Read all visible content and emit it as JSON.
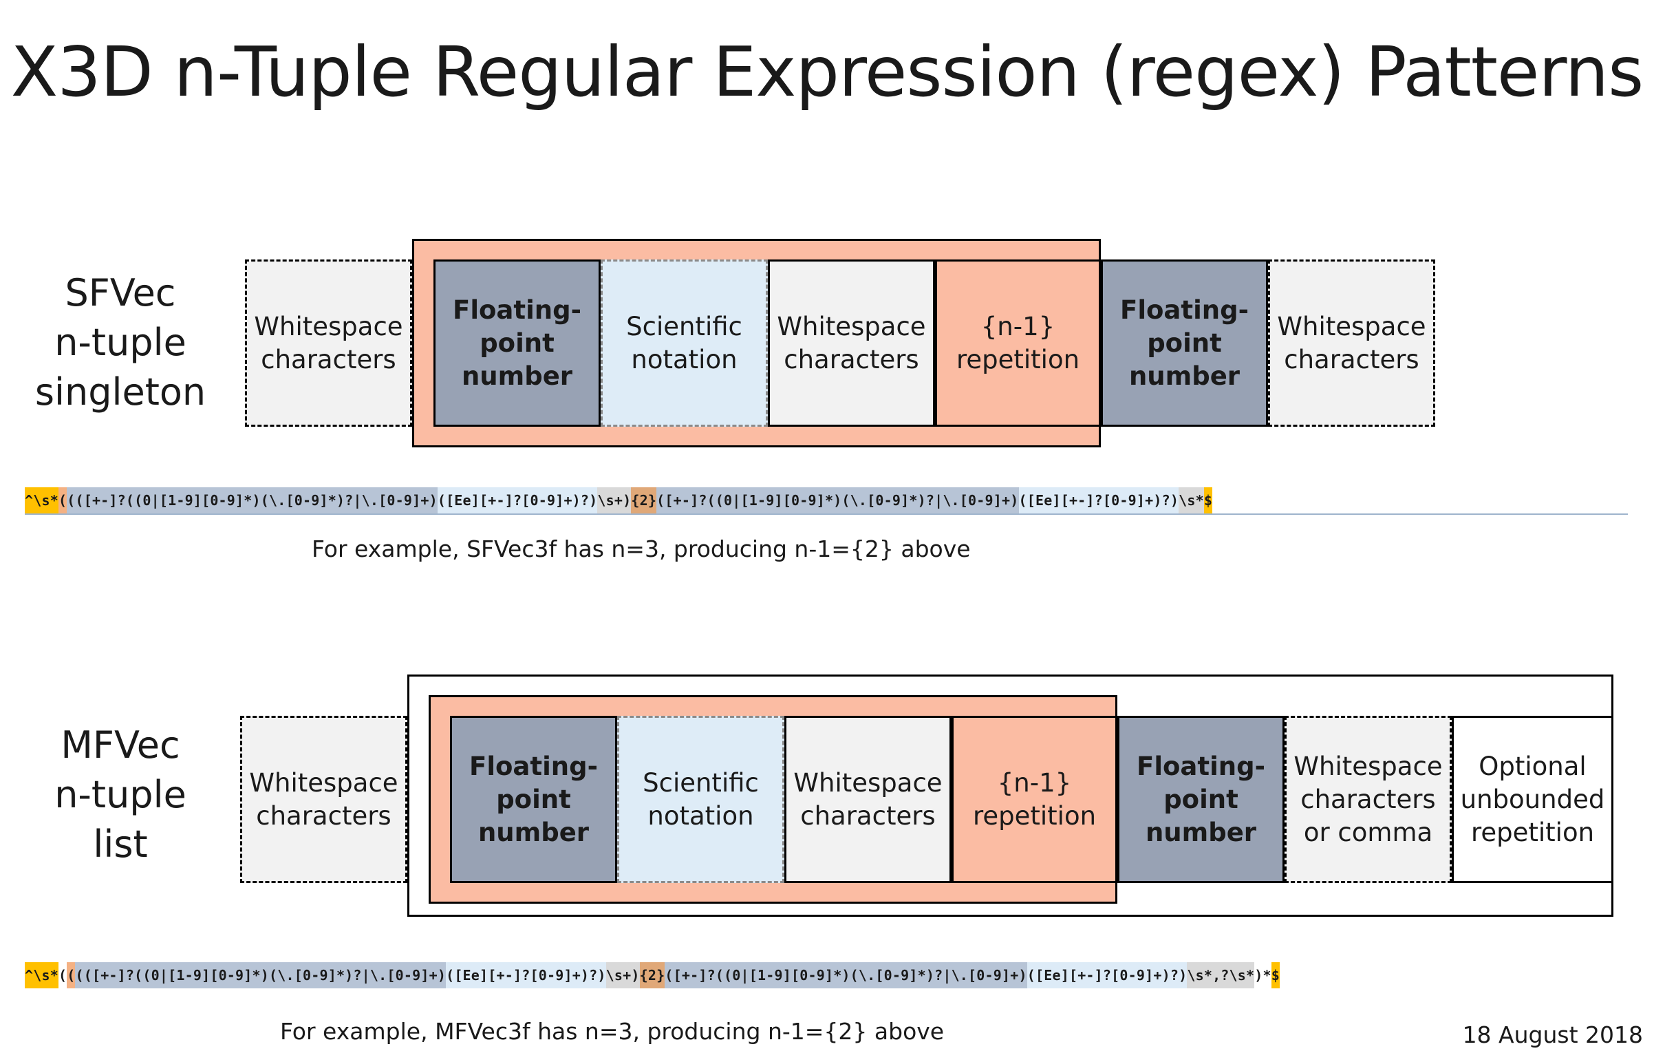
{
  "title": "X3D n-Tuple Regular Expression (regex) Patterns",
  "date": "18 August 2018",
  "sfvec": {
    "label": [
      "SFVec",
      "n-tuple",
      "singleton"
    ],
    "boxes": {
      "ws_leading": [
        "Whitespace",
        "characters"
      ],
      "float_1": [
        "Floating-",
        "point",
        "number"
      ],
      "sci": [
        "Scientific",
        "notation"
      ],
      "ws_inner": [
        "Whitespace",
        "characters"
      ],
      "repetition": [
        "{n-1}",
        "repetition"
      ],
      "float_2": [
        "Floating-",
        "point",
        "number"
      ],
      "ws_trailing": [
        "Whitespace",
        "characters"
      ]
    },
    "regex": [
      {
        "text": "^\\s*",
        "kind": "anchor"
      },
      {
        "text": "(",
        "kind": "orange"
      },
      {
        "text": "(([+-]?((0|[1-9][0-9]*)(\\.[0-9]*)?|\\.[0-9]+)",
        "kind": "float"
      },
      {
        "text": "([Ee][+-]?[0-9]+)?)",
        "kind": "sci"
      },
      {
        "text": "\\s+)",
        "kind": "ws"
      },
      {
        "text": "{2}",
        "kind": "rep"
      },
      {
        "text": "([+-]?((0|[1-9][0-9]*)(\\.[0-9]*)?|\\.[0-9]+)",
        "kind": "float"
      },
      {
        "text": "([Ee][+-]?[0-9]+)?)",
        "kind": "sci"
      },
      {
        "text": "\\s*",
        "kind": "ws"
      },
      {
        "text": "$",
        "kind": "anchor"
      }
    ],
    "caption": "For example, SFVec3f has n=3, producing n-1={2} above"
  },
  "mfvec": {
    "label": [
      "MFVec",
      "n-tuple",
      "list"
    ],
    "boxes": {
      "ws_leading": [
        "Whitespace",
        "characters"
      ],
      "float_1": [
        "Floating-",
        "point",
        "number"
      ],
      "sci": [
        "Scientific",
        "notation"
      ],
      "ws_inner": [
        "Whitespace",
        "characters"
      ],
      "repetition": [
        "{n-1}",
        "repetition"
      ],
      "float_2": [
        "Floating-",
        "point",
        "number"
      ],
      "ws_comma": [
        "Whitespace",
        "characters",
        "or comma"
      ],
      "optional": [
        "Optional",
        "unbounded",
        "repetition"
      ]
    },
    "regex": [
      {
        "text": "^\\s*",
        "kind": "anchor"
      },
      {
        "text": "(",
        "kind": "plain"
      },
      {
        "text": "(",
        "kind": "orange"
      },
      {
        "text": "(([+-]?((0|[1-9][0-9]*)(\\.[0-9]*)?|\\.[0-9]+)",
        "kind": "float"
      },
      {
        "text": "([Ee][+-]?[0-9]+)?)",
        "kind": "sci"
      },
      {
        "text": "\\s+)",
        "kind": "ws"
      },
      {
        "text": "{2}",
        "kind": "rep"
      },
      {
        "text": "([+-]?((0|[1-9][0-9]*)(\\.[0-9]*)?|\\.[0-9]+)",
        "kind": "float"
      },
      {
        "text": "([Ee][+-]?[0-9]+)?)",
        "kind": "sci"
      },
      {
        "text": "\\s*,?\\s*",
        "kind": "ws"
      },
      {
        "text": ")*",
        "kind": "plain"
      },
      {
        "text": "$",
        "kind": "anchor"
      }
    ],
    "caption": "For example, MFVec3f has n=3, producing n-1={2} above"
  }
}
